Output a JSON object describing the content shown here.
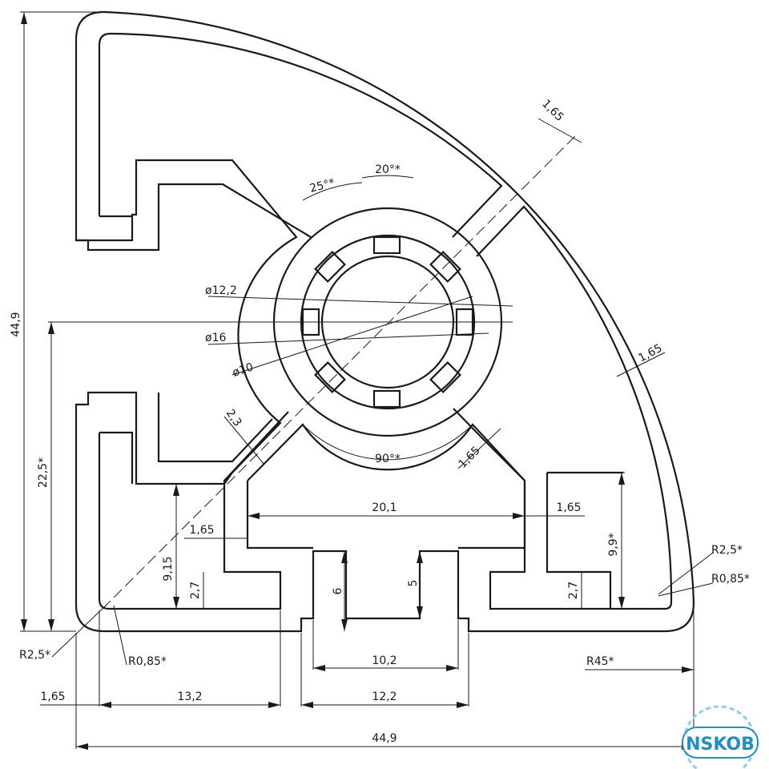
{
  "drawing": {
    "dimensions": {
      "total_height": "44,9",
      "total_width": "44,9",
      "half_height": "22,5*",
      "wall_top": "1,65",
      "wall_arc": "1,65",
      "wall_spoke": "1,65",
      "wall_inner_right": "1,65",
      "wall_inner_left": "1,65",
      "wall_bottom_left": "1,65",
      "web": "2,3",
      "dia_12_2": "ø12,2",
      "dia_16": "ø16",
      "dia_10": "ø10",
      "angle_25": "25°*",
      "angle_20": "20°*",
      "angle_90": "90°*",
      "slot_width": "20,1",
      "slot_height": "9,9*",
      "left_height": "9,15",
      "lip_left": "2,7",
      "lip_right": "2,7",
      "slot_depth_6": "6",
      "slot_depth_5": "5",
      "neck_10_2": "10,2",
      "neck_12_2": "12,2",
      "left_13_2": "13,2",
      "r2_5_right": "R2,5*",
      "r0_85_right": "R0,85*",
      "r2_5_left": "R2,5*",
      "r0_85_left": "R0,85*",
      "r45": "R45*"
    }
  },
  "watermark": {
    "text": "NSKOB",
    "color": "#1f8fc4"
  }
}
